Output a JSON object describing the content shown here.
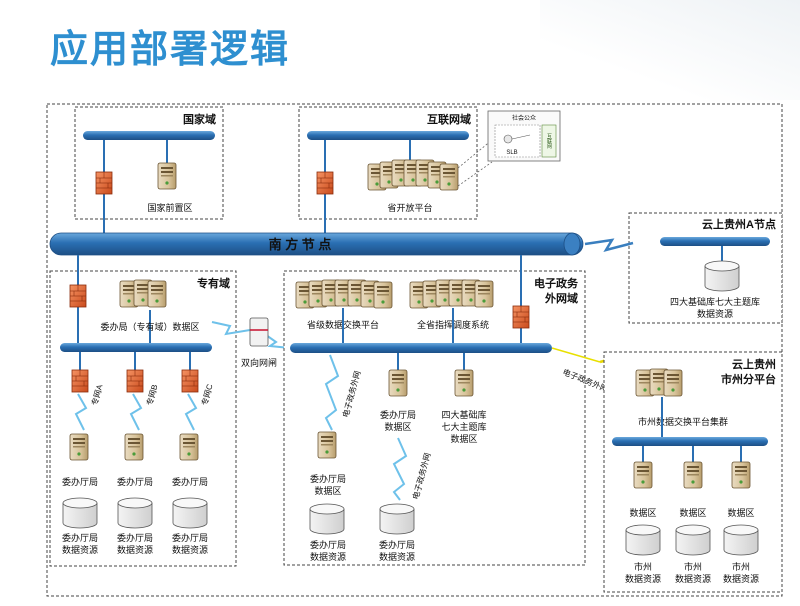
{
  "page": {
    "title": "应用部署逻辑"
  },
  "domains": {
    "national": {
      "title": "国家域",
      "front": "国家前置区"
    },
    "internet": {
      "title": "互联网域",
      "open_platform": "省开放平台",
      "public": "社会公众",
      "slb": "SLB",
      "internet_tag": "互联网"
    },
    "south_node": {
      "label": "南 方 节 点"
    },
    "cloud_a": {
      "title": "云上贵州A节点",
      "resource_line1": "四大基础库七大主题库",
      "resource_line2": "数据资源"
    },
    "dedicated": {
      "title": "专有域",
      "datazone": "委办局（专有域）数据区",
      "gateway": "双向网闸",
      "lines": [
        "专网A",
        "专网B",
        "专网C"
      ],
      "server_label": "委办厅局",
      "db_line1": "委办厅局",
      "db_line2": "数据资源"
    },
    "egov": {
      "title_line1": "电子政务",
      "title_line2": "外网域",
      "exchange": "省级数据交换平台",
      "dispatch": "全省指挥调度系统",
      "link": "电子政务外网",
      "bureau_line1": "委办厅局",
      "bureau_line2": "数据区",
      "base_line1": "四大基础库",
      "base_line2": "七大主题库",
      "base_line3": "数据区",
      "db_line1": "委办厅局",
      "db_line2": "数据资源"
    },
    "city": {
      "title_line1": "云上贵州",
      "title_line2": "市州分平台",
      "cluster": "市州数据交换平台集群",
      "link": "电子政务外网",
      "datazone": "数据区",
      "db_line1": "市州",
      "db_line2": "数据资源"
    }
  }
}
